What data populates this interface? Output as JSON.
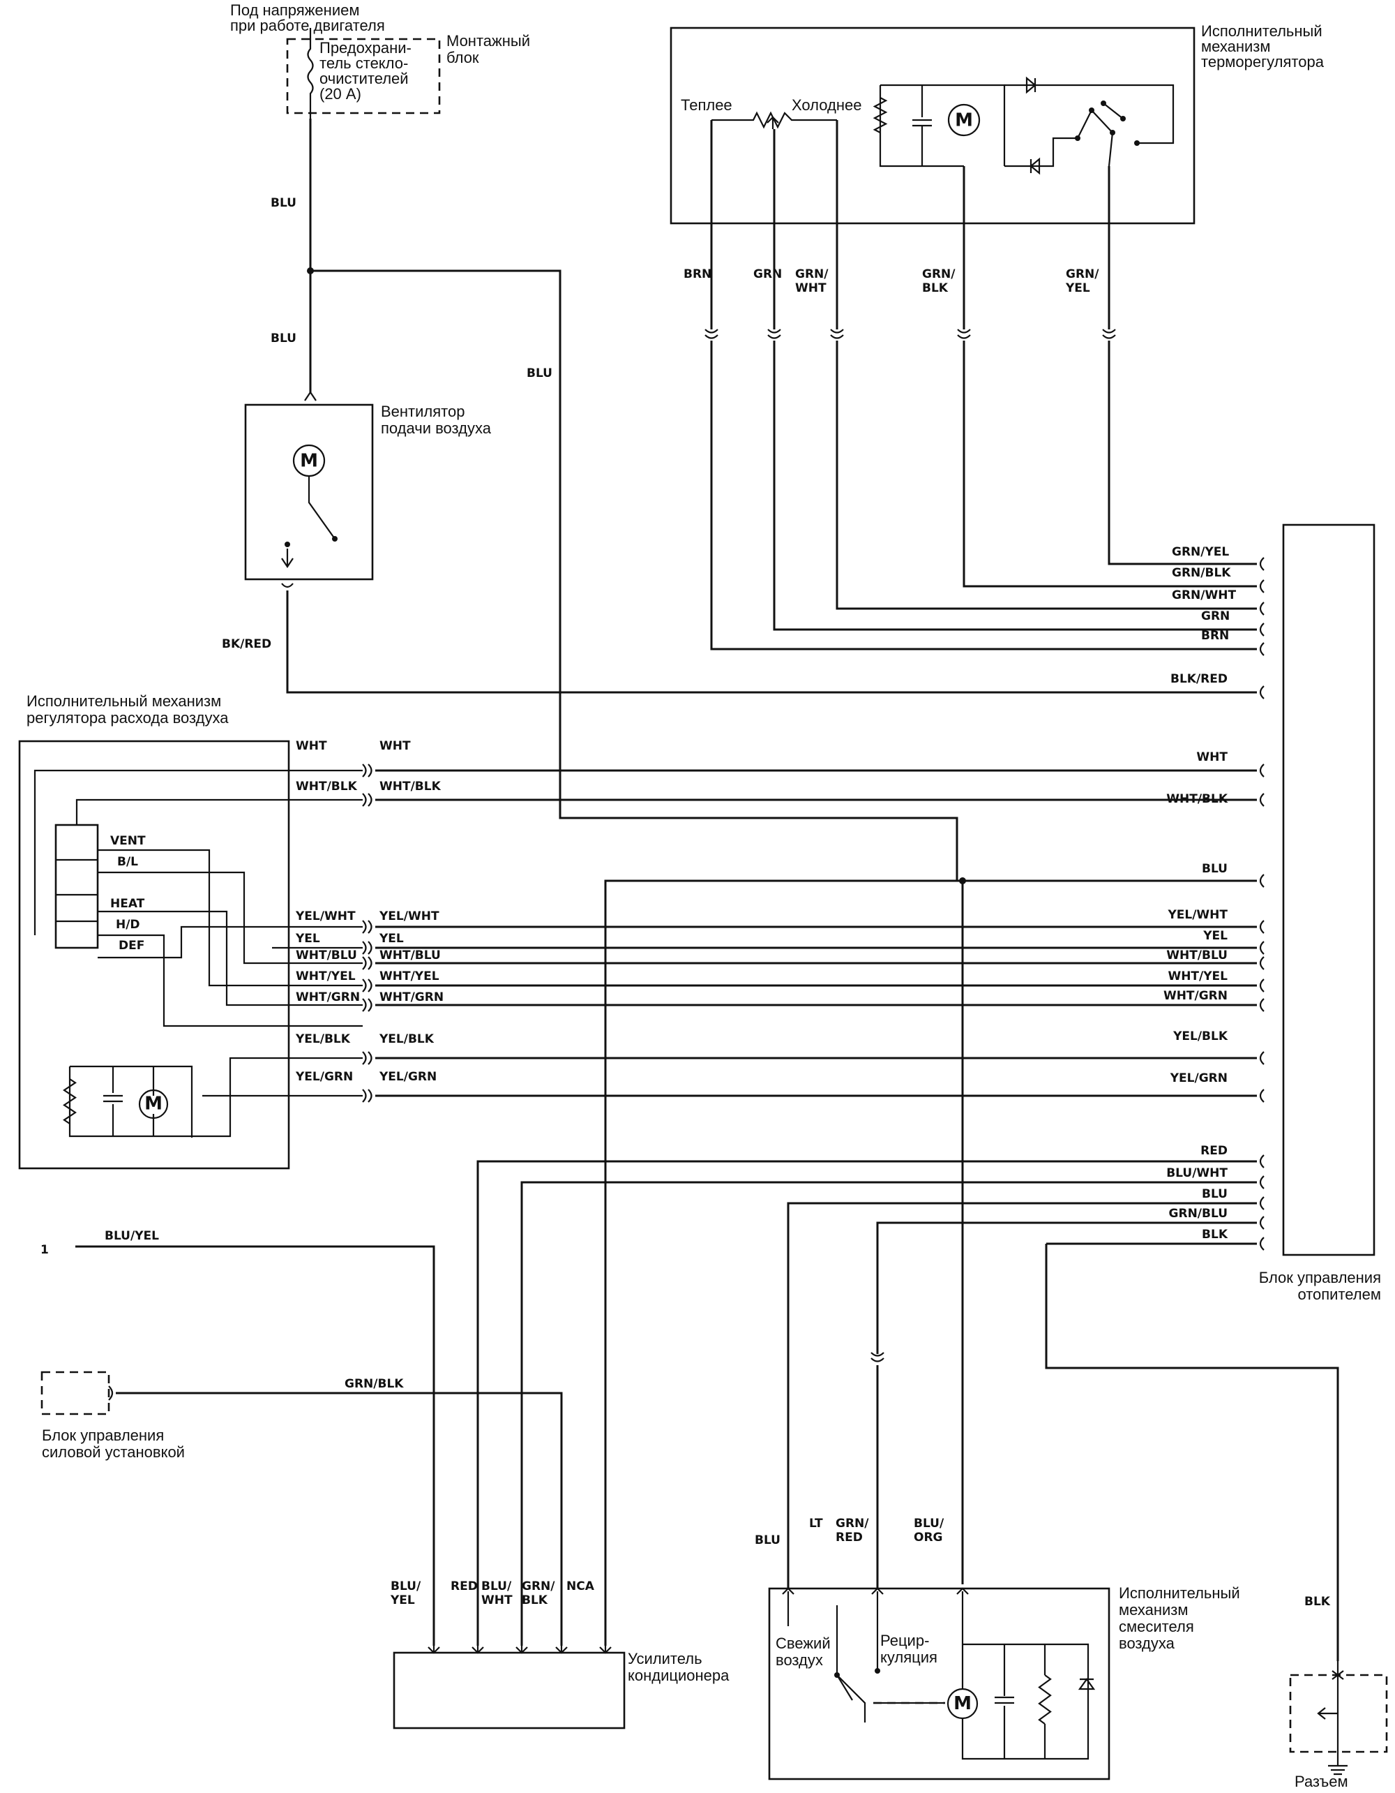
{
  "labels": {
    "power_note": "Под напряжением\nпри работе двигателя",
    "fuse": "Предохрани-\nтель стекло-\nочистителей\n(20 А)",
    "junction_block": "Монтажный\nблок",
    "temp_actuator": "Исполнительный\nмеханизм\nтерморегулятора",
    "warmer": "Теплее",
    "colder": "Холоднее",
    "blower": "Вентилятор\nподачи воздуха",
    "airflow_actuator": "Исполнительный механизм\nрегулятора расхода воздуха",
    "heater_control": "Блок управления\nотопителем",
    "ecm": "Блок управления\nсиловой установкой",
    "ac_amp": "Усилитель\nкондиционера",
    "mix_actuator": "Исполнительный\nмеханизм\nсмесителя\nвоздуха",
    "fresh_air": "Свежий\nвоздух",
    "recirc": "Рецир-\nкуляция",
    "connector": "Разъем",
    "vent": "VENT",
    "bl": "B/L",
    "heat": "HEAT",
    "hd": "H/D",
    "def": "DEF",
    "pin1": "1",
    "motor_symbol": "M"
  },
  "wires": {
    "blu": "BLU",
    "bk_red": "BK/RED",
    "blk_red": "BLK/RED",
    "brn": "BRN",
    "grn": "GRN",
    "grn_wht_split": "GRN/\nWHT",
    "grn_blk_split": "GRN/\nBLK",
    "grn_yel_split": "GRN/\nYEL",
    "grn_yel": "GRN/YEL",
    "grn_blk": "GRN/BLK",
    "grn_wht": "GRN/WHT",
    "wht": "WHT",
    "wht_blk": "WHT/BLK",
    "yel_wht": "YEL/WHT",
    "yel": "YEL",
    "wht_blu": "WHT/BLU",
    "wht_yel": "WHT/YEL",
    "wht_grn": "WHT/GRN",
    "yel_blk": "YEL/BLK",
    "yel_grn": "YEL/GRN",
    "red": "RED",
    "blu_wht": "BLU/WHT",
    "grn_blu": "GRN/BLU",
    "blk": "BLK",
    "blu_yel": "BLU/YEL",
    "blu_yel_split": "BLU/\nYEL",
    "blu_wht_split": "BLU/\nWHT",
    "grn_blk_split2": "GRN/\nBLK",
    "nca": "NCA",
    "lt": "LT",
    "grn_red_split": "GRN/\nRED",
    "blu_org_split": "BLU/\nORG"
  }
}
